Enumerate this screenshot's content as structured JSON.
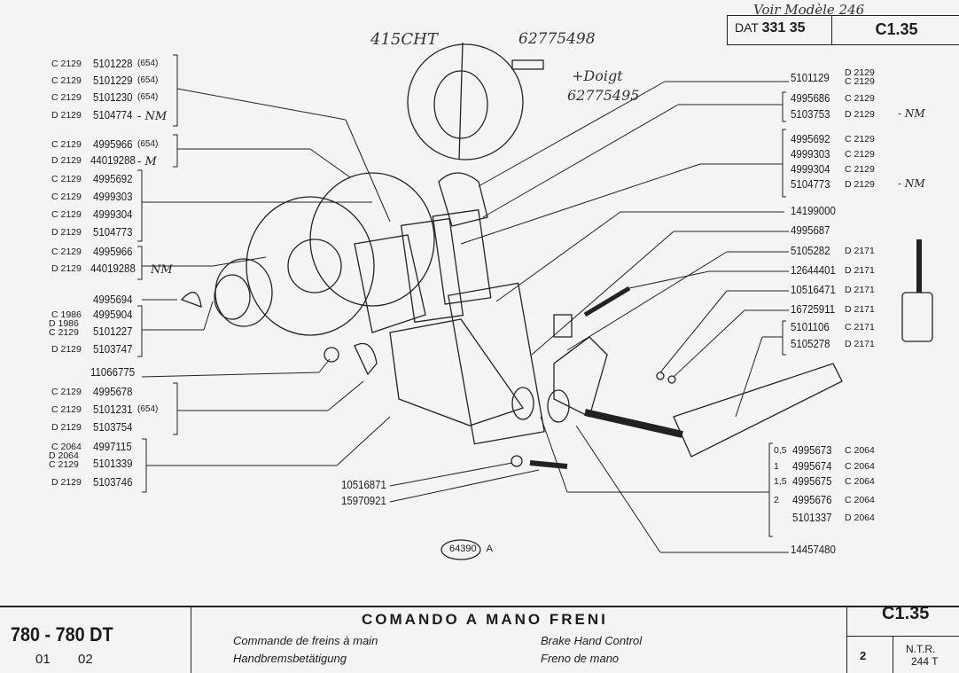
{
  "header": {
    "handwritten_note": "Voir Modèle 246",
    "dat_label": "DAT",
    "dat_value": "331 35",
    "page_code": "C1.35"
  },
  "handwritten": {
    "top_left": "415CHT",
    "part_a": "62775498",
    "plus_note": "+Doigt",
    "part_b": "62775495"
  },
  "left_groups": [
    {
      "rows": [
        {
          "code": "C 2129",
          "part": "5101228",
          "note": "(654)"
        },
        {
          "code": "C 2129",
          "part": "5101229",
          "note": "(654)"
        },
        {
          "code": "C 2129",
          "part": "5101230",
          "note": "(654)"
        },
        {
          "code": "D 2129",
          "part": "5104774",
          "note": "- NM"
        }
      ]
    },
    {
      "rows": [
        {
          "code": "C 2129",
          "part": "4995966",
          "note": "(654)"
        },
        {
          "code": "D 2129",
          "part": "44019288",
          "note": "- M"
        }
      ]
    },
    {
      "rows": [
        {
          "code": "C 2129",
          "part": "4995692",
          "note": ""
        },
        {
          "code": "C 2129",
          "part": "4999303",
          "note": ""
        },
        {
          "code": "C 2129",
          "part": "4999304",
          "note": ""
        },
        {
          "code": "D 2129",
          "part": "5104773",
          "note": ""
        }
      ]
    },
    {
      "rows": [
        {
          "code": "C 2129",
          "part": "4995966",
          "note": ""
        },
        {
          "code": "D 2129",
          "part": "44019288",
          "note": "NM"
        }
      ]
    },
    {
      "rows": [
        {
          "code": "",
          "part": "4995694",
          "note": ""
        }
      ]
    },
    {
      "rows": [
        {
          "code": "C 1986",
          "part": "4995904",
          "note": ""
        },
        {
          "code": "D 1986\nC 2129",
          "part": "5101227",
          "note": ""
        },
        {
          "code": "D 2129",
          "part": "5103747",
          "note": ""
        }
      ]
    },
    {
      "rows": [
        {
          "code": "",
          "part": "11066775",
          "note": ""
        }
      ]
    },
    {
      "rows": [
        {
          "code": "C 2129",
          "part": "4995678",
          "note": ""
        },
        {
          "code": "C 2129",
          "part": "5101231",
          "note": "(654)"
        },
        {
          "code": "D 2129",
          "part": "5103754",
          "note": ""
        }
      ]
    },
    {
      "rows": [
        {
          "code": "C 2064",
          "part": "4997115",
          "note": ""
        },
        {
          "code": "D 2064\nC 2129",
          "part": "5101339",
          "note": ""
        },
        {
          "code": "D 2129",
          "part": "5103746",
          "note": ""
        }
      ]
    }
  ],
  "right_rows": [
    {
      "part": "5101129",
      "code": "D 2129\nC 2129",
      "note": ""
    },
    {
      "part": "4995686",
      "code": "C 2129",
      "note": ""
    },
    {
      "part": "5103753",
      "code": "D 2129",
      "note": "- NM"
    },
    {
      "part": "4995692",
      "code": "C 2129",
      "note": ""
    },
    {
      "part": "4999303",
      "code": "C 2129",
      "note": ""
    },
    {
      "part": "4999304",
      "code": "C 2129",
      "note": ""
    },
    {
      "part": "5104773",
      "code": "D 2129",
      "note": "- NM"
    },
    {
      "part": "14199000",
      "code": "",
      "note": ""
    },
    {
      "part": "4995687",
      "code": "",
      "note": ""
    },
    {
      "part": "5105282",
      "code": "D 2171",
      "note": ""
    },
    {
      "part": "12644401",
      "code": "D 2171",
      "note": ""
    },
    {
      "part": "10516471",
      "code": "D 2171",
      "note": ""
    },
    {
      "part": "16725911",
      "code": "D 2171",
      "note": ""
    },
    {
      "part": "5101106",
      "code": "C 2171",
      "note": ""
    },
    {
      "part": "5105278",
      "code": "D 2171",
      "note": ""
    },
    {
      "qty": "0,5",
      "part": "4995673",
      "code": "C 2064",
      "note": ""
    },
    {
      "qty": "1",
      "part": "4995674",
      "code": "C 2064",
      "note": ""
    },
    {
      "qty": "1,5",
      "part": "4995675",
      "code": "C 2064",
      "note": ""
    },
    {
      "qty": "2",
      "part": "4995676",
      "code": "C 2064",
      "note": ""
    },
    {
      "part": "5101337",
      "code": "D 2064",
      "note": ""
    },
    {
      "part": "14457480",
      "code": "",
      "note": ""
    }
  ],
  "center_rows": [
    {
      "part": "10516871"
    },
    {
      "part": "15970921"
    }
  ],
  "figure_ref": {
    "number": "64390",
    "suffix": "A"
  },
  "title_block": {
    "model": "780 - 780 DT",
    "years_a": "01",
    "years_b": "02",
    "title_it": "COMANDO A MANO FRENI",
    "title_fr": "Commande de freins à main",
    "title_de": "Handbremsbetätigung",
    "title_en": "Brake Hand Control",
    "title_es": "Freno de mano",
    "page_code": "C1.35",
    "sheet": "2",
    "ntr_label": "N.T.R.",
    "ntr_value": "244 T"
  }
}
